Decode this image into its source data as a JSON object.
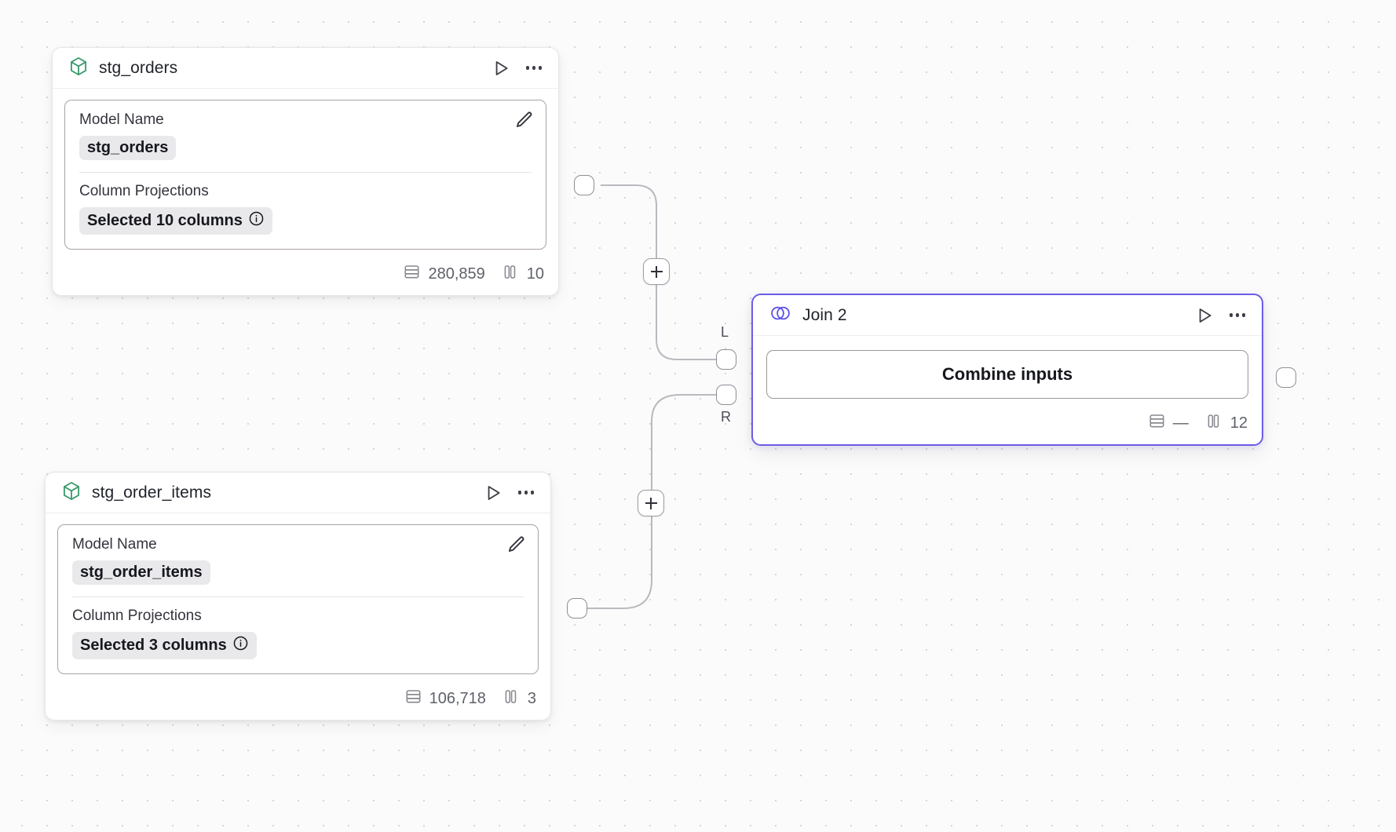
{
  "canvas": {
    "background_color": "#fbfbfb",
    "grid_dot_color": "#d6d6d8",
    "accent_color": "#6c5ce7",
    "model_icon_color": "#3c9b6e"
  },
  "nodes": [
    {
      "id": "stg_orders",
      "type": "model",
      "icon": "cube-icon",
      "title": "stg_orders",
      "run_icon": "play-icon",
      "menu_icon": "more-options-icon",
      "fields": [
        {
          "label": "Model Name",
          "value": "stg_orders",
          "edit_icon": "pencil-icon"
        },
        {
          "label": "Column Projections",
          "value": "Selected 10 columns",
          "info_icon": "info-icon"
        }
      ],
      "footer": {
        "rows_icon": "rows-icon",
        "rows": "280,859",
        "columns_icon": "columns-icon",
        "columns": "10"
      }
    },
    {
      "id": "stg_order_items",
      "type": "model",
      "icon": "cube-icon",
      "title": "stg_order_items",
      "run_icon": "play-icon",
      "menu_icon": "more-options-icon",
      "fields": [
        {
          "label": "Model Name",
          "value": "stg_order_items",
          "edit_icon": "pencil-icon"
        },
        {
          "label": "Column Projections",
          "value": "Selected 3 columns",
          "info_icon": "info-icon"
        }
      ],
      "footer": {
        "rows_icon": "rows-icon",
        "rows": "106,718",
        "columns_icon": "columns-icon",
        "columns": "3"
      }
    },
    {
      "id": "join_2",
      "type": "join",
      "icon": "venn-join-icon",
      "title": "Join 2",
      "selected": true,
      "run_icon": "play-icon",
      "menu_icon": "more-options-icon",
      "action_label": "Combine inputs",
      "input_ports": [
        {
          "label": "L"
        },
        {
          "label": "R"
        }
      ],
      "footer": {
        "rows_icon": "rows-icon",
        "rows": "—",
        "columns_icon": "columns-icon",
        "columns": "12"
      }
    }
  ],
  "edge_buttons": [
    {
      "name": "add-node-on-edge-top",
      "label": "+"
    },
    {
      "name": "add-node-on-edge-bottom",
      "label": "+"
    }
  ]
}
